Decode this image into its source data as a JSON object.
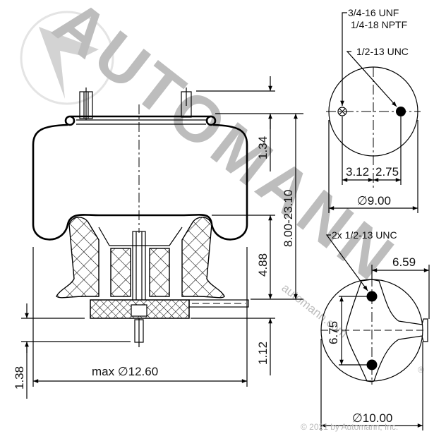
{
  "watermark": {
    "brand": "AUTOMANN",
    "url": "automann.com",
    "registered": "®",
    "copyright": "© 2021 by Automann, Inc."
  },
  "side_view": {
    "overall_diameter": "max ∅12.60",
    "dim_top_stud": "1.34",
    "dim_height_range": "8.00-23.10",
    "dim_piston": "4.88",
    "dim_plate": "1.12",
    "dim_bottom_stud": "1.38"
  },
  "top_view": {
    "callout_air_fitting_line1": "3/4-16 UNF",
    "callout_air_fitting_line2": "1/4-18 NPTF",
    "callout_stud": "1/2-13 UNC",
    "dim_left_offset": "3.12",
    "dim_right_offset": "2.75",
    "diameter": "∅9.00"
  },
  "bottom_view": {
    "callout_studs": "2x 1/2-13 UNC",
    "dim_bracket": "6.59",
    "dim_stud_spacing": "6.75",
    "diameter": "∅10.00"
  }
}
